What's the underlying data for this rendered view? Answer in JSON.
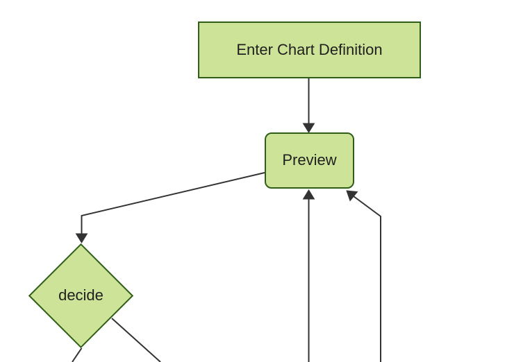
{
  "diagram": {
    "type": "flowchart",
    "direction": "top-down",
    "colors": {
      "node_fill": "#cde498",
      "node_border": "#2f5e18",
      "edge_line": "#333333",
      "text": "#1f1f1f",
      "background": "#ffffff"
    },
    "nodes": [
      {
        "id": "enter",
        "label": "Enter Chart Definition",
        "shape": "rectangle"
      },
      {
        "id": "preview",
        "label": "Preview",
        "shape": "rounded-rectangle"
      },
      {
        "id": "decide",
        "label": "decide",
        "shape": "diamond"
      }
    ],
    "edges": [
      {
        "from": "enter",
        "to": "preview",
        "arrowhead": true
      },
      {
        "from": "preview",
        "to": "decide",
        "arrowhead": true
      },
      {
        "from": "offscreen-bottom",
        "to": "preview",
        "arrowhead": true
      },
      {
        "from": "offscreen-bottom-right",
        "to": "preview",
        "arrowhead": true
      },
      {
        "from": "decide",
        "to": "offscreen-bottom-left",
        "arrowhead": false
      },
      {
        "from": "decide",
        "to": "offscreen-bottom",
        "arrowhead": false
      }
    ]
  }
}
